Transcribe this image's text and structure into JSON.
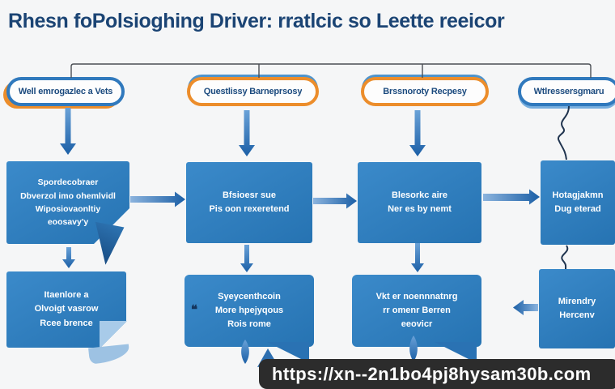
{
  "title": "Rhesn foPolsioghing Driver: rratlcic so Leette reeicor",
  "columns": [
    {
      "header": "Well emrogazlec a Vets",
      "process": [
        "Spordecobraer",
        "Dbverzol imo ohemlvidl",
        "Wiposiovaonltiy",
        "eoosavy'y"
      ],
      "note": [
        "Itaenlore a",
        "Olvoigt vasrow",
        "Rcee brence"
      ]
    },
    {
      "header": "Questlissy Barneprsosy",
      "process": [
        "Bfsioesr sue",
        "Pis oon rexeretend"
      ],
      "note": [
        "Syeycenthcoin",
        "More hpejyqous",
        "Rois rome"
      ]
    },
    {
      "header": "Brssnoroty Recpesy",
      "process": [
        "Blesorkc aire",
        "Ner es by nemt"
      ],
      "note": [
        "Vkt er noennnatnrg",
        "rr omenr Berren",
        "eeovicr"
      ]
    },
    {
      "header": "Wtlressersgmaru",
      "process": [
        "Hotagjakmn",
        "Dug eterad"
      ],
      "note": [
        "Mirendry",
        "Hercenv"
      ]
    }
  ],
  "icons": {
    "quote_icon": "❝"
  },
  "url_bar": {
    "url": "https://xn--2n1bo4pj8hysam30b.com"
  },
  "colors": {
    "box_blue": "#2e7dc1",
    "accent_orange": "#ec8d2b",
    "pill_border_blue": "#3079bd",
    "arrow_dark_blue": "#1b5fa6",
    "title_navy": "#1b4474",
    "url_bar_bg": "#2c2c2c",
    "background": "#f5f6f7"
  }
}
